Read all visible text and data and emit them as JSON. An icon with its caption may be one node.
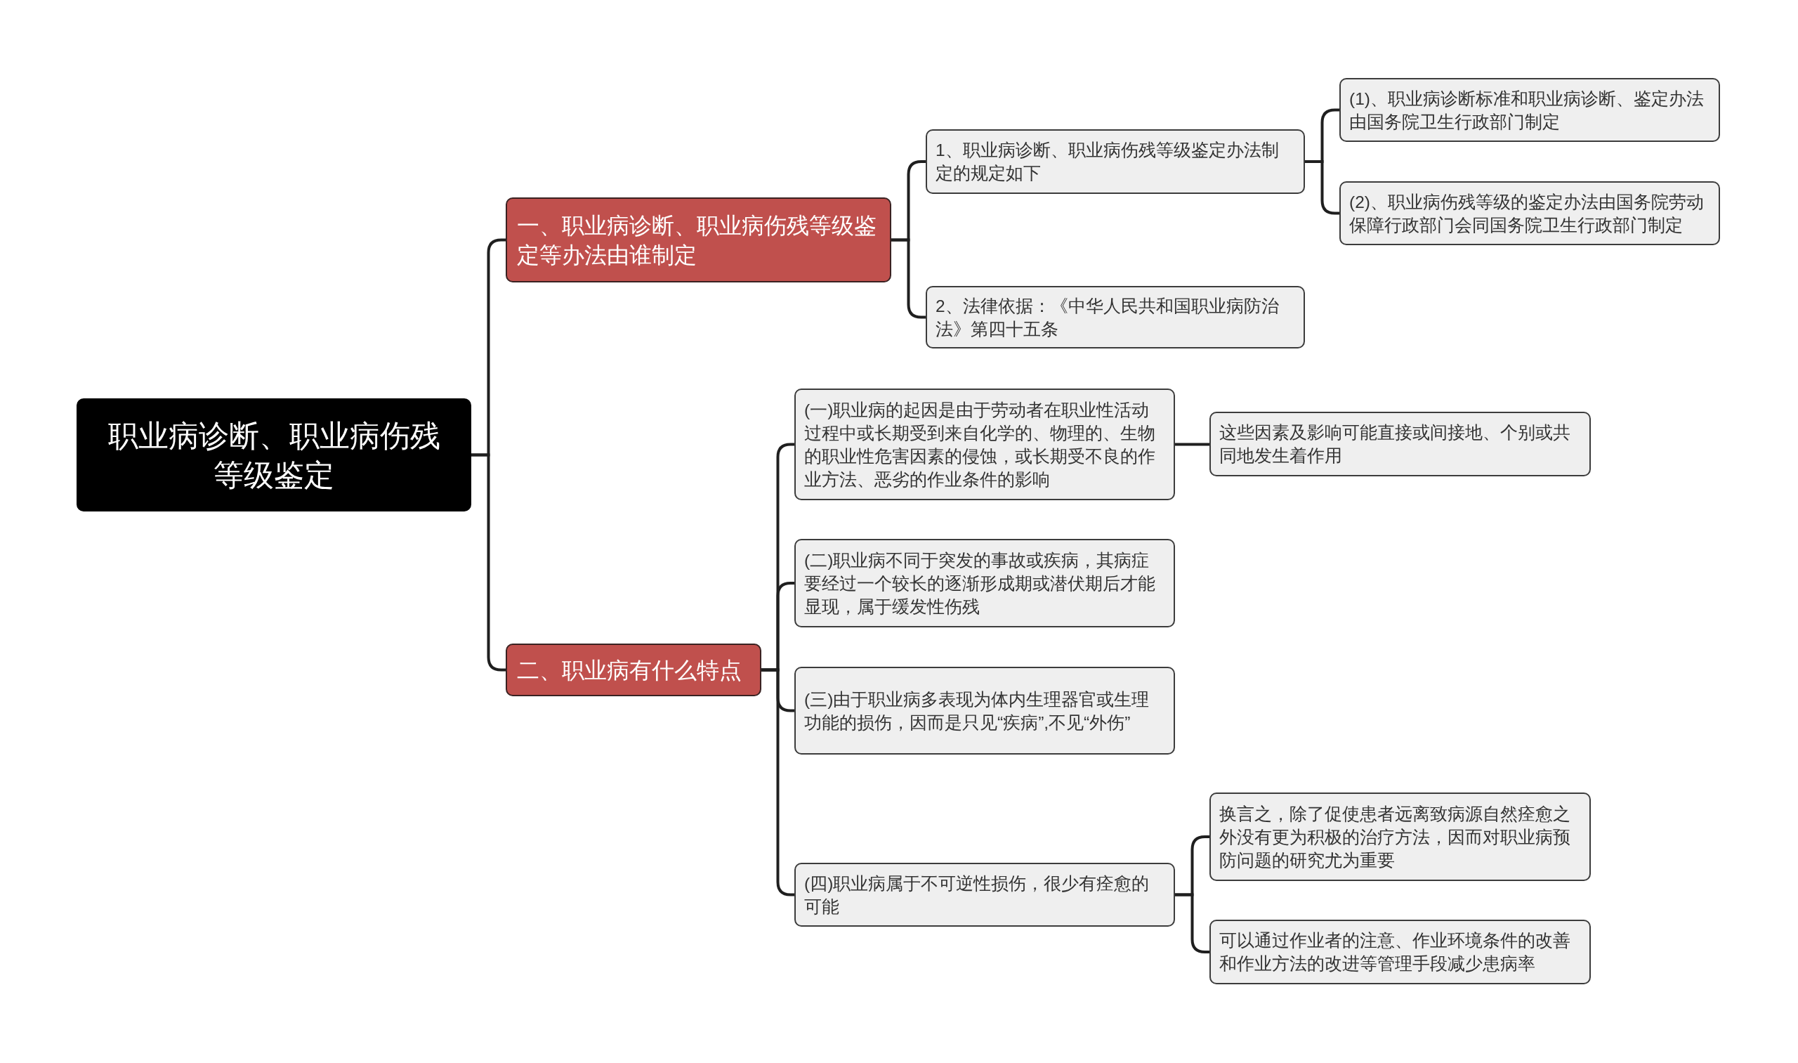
{
  "diagram": {
    "nodes": [
      {
        "text": [
          "职业病诊断、职业病伤残等级鉴定"
        ]
      },
      {
        "text": [
          "一、职业病诊断、职业病伤残等级鉴定等办法由谁制定"
        ]
      },
      {
        "text": [
          "1、职业病诊断、职业病伤残等级鉴定办法制定的规定如下"
        ]
      },
      {
        "text": [
          "(1)、职业病诊断标准和职业病诊断、鉴定办法由国务院卫生行政部门制定"
        ]
      },
      {
        "text": [
          "(2)、职业病伤残等级的鉴定办法由国务院劳动保障行政部门会同国务院卫生行政部门制定"
        ]
      },
      {
        "text": [
          "2、法律依据：《中华人民共和国职业病防治法》第四十五条"
        ]
      },
      {
        "text": [
          "二、职业病有什么特点"
        ]
      },
      {
        "text": [
          "(一)职业病的起因是由于劳动者在职业性活动过程中或长期受到来自化学的、物理的、生物的职业性危害因素的侵蚀，或长期受不良的作业方法、恶劣的作业条件的影响"
        ]
      },
      {
        "text": [
          "这些因素及影响可能直接或间接地、个别或共同地发生着作用"
        ]
      },
      {
        "text": [
          "(二)职业病不同于突发的事故或疾病，其病症要经过一个较长的逐渐形成期或潜伏期后才能显现，属于缓发性伤残"
        ]
      },
      {
        "text": [
          "(三)由于职业病多表现为体内生理器官或生理功能的损伤，因而是只见“疾病”,不见“外伤”"
        ]
      },
      {
        "text": [
          "(四)职业病属于不可逆性损伤，很少有痊愈的可能"
        ]
      },
      {
        "text": [
          "换言之，除了促使患者远离致病源自然痊愈之外没有更为积极的治疗方法，因而对职业病预防问题的研究尤为重要"
        ]
      },
      {
        "text": [
          "可以通过作业者的注意、作业环境条件的改善和作业方法的改进等管理手段减少患病率"
        ]
      }
    ],
    "edges": [
      {
        "from": 0,
        "to": 1,
        "arrow": "none"
      },
      {
        "from": 0,
        "to": 6,
        "arrow": "none"
      },
      {
        "from": 1,
        "to": 2,
        "arrow": "none"
      },
      {
        "from": 1,
        "to": 5,
        "arrow": "none"
      },
      {
        "from": 2,
        "to": 3,
        "arrow": "none"
      },
      {
        "from": 2,
        "to": 4,
        "arrow": "none"
      },
      {
        "from": 6,
        "to": 7,
        "arrow": "none"
      },
      {
        "from": 6,
        "to": 9,
        "arrow": "none"
      },
      {
        "from": 6,
        "to": 10,
        "arrow": "none"
      },
      {
        "from": 6,
        "to": 11,
        "arrow": "none"
      },
      {
        "from": 7,
        "to": 8,
        "arrow": "none"
      },
      {
        "from": 11,
        "to": 12,
        "arrow": "none"
      },
      {
        "from": 11,
        "to": 13,
        "arrow": "none"
      }
    ]
  }
}
